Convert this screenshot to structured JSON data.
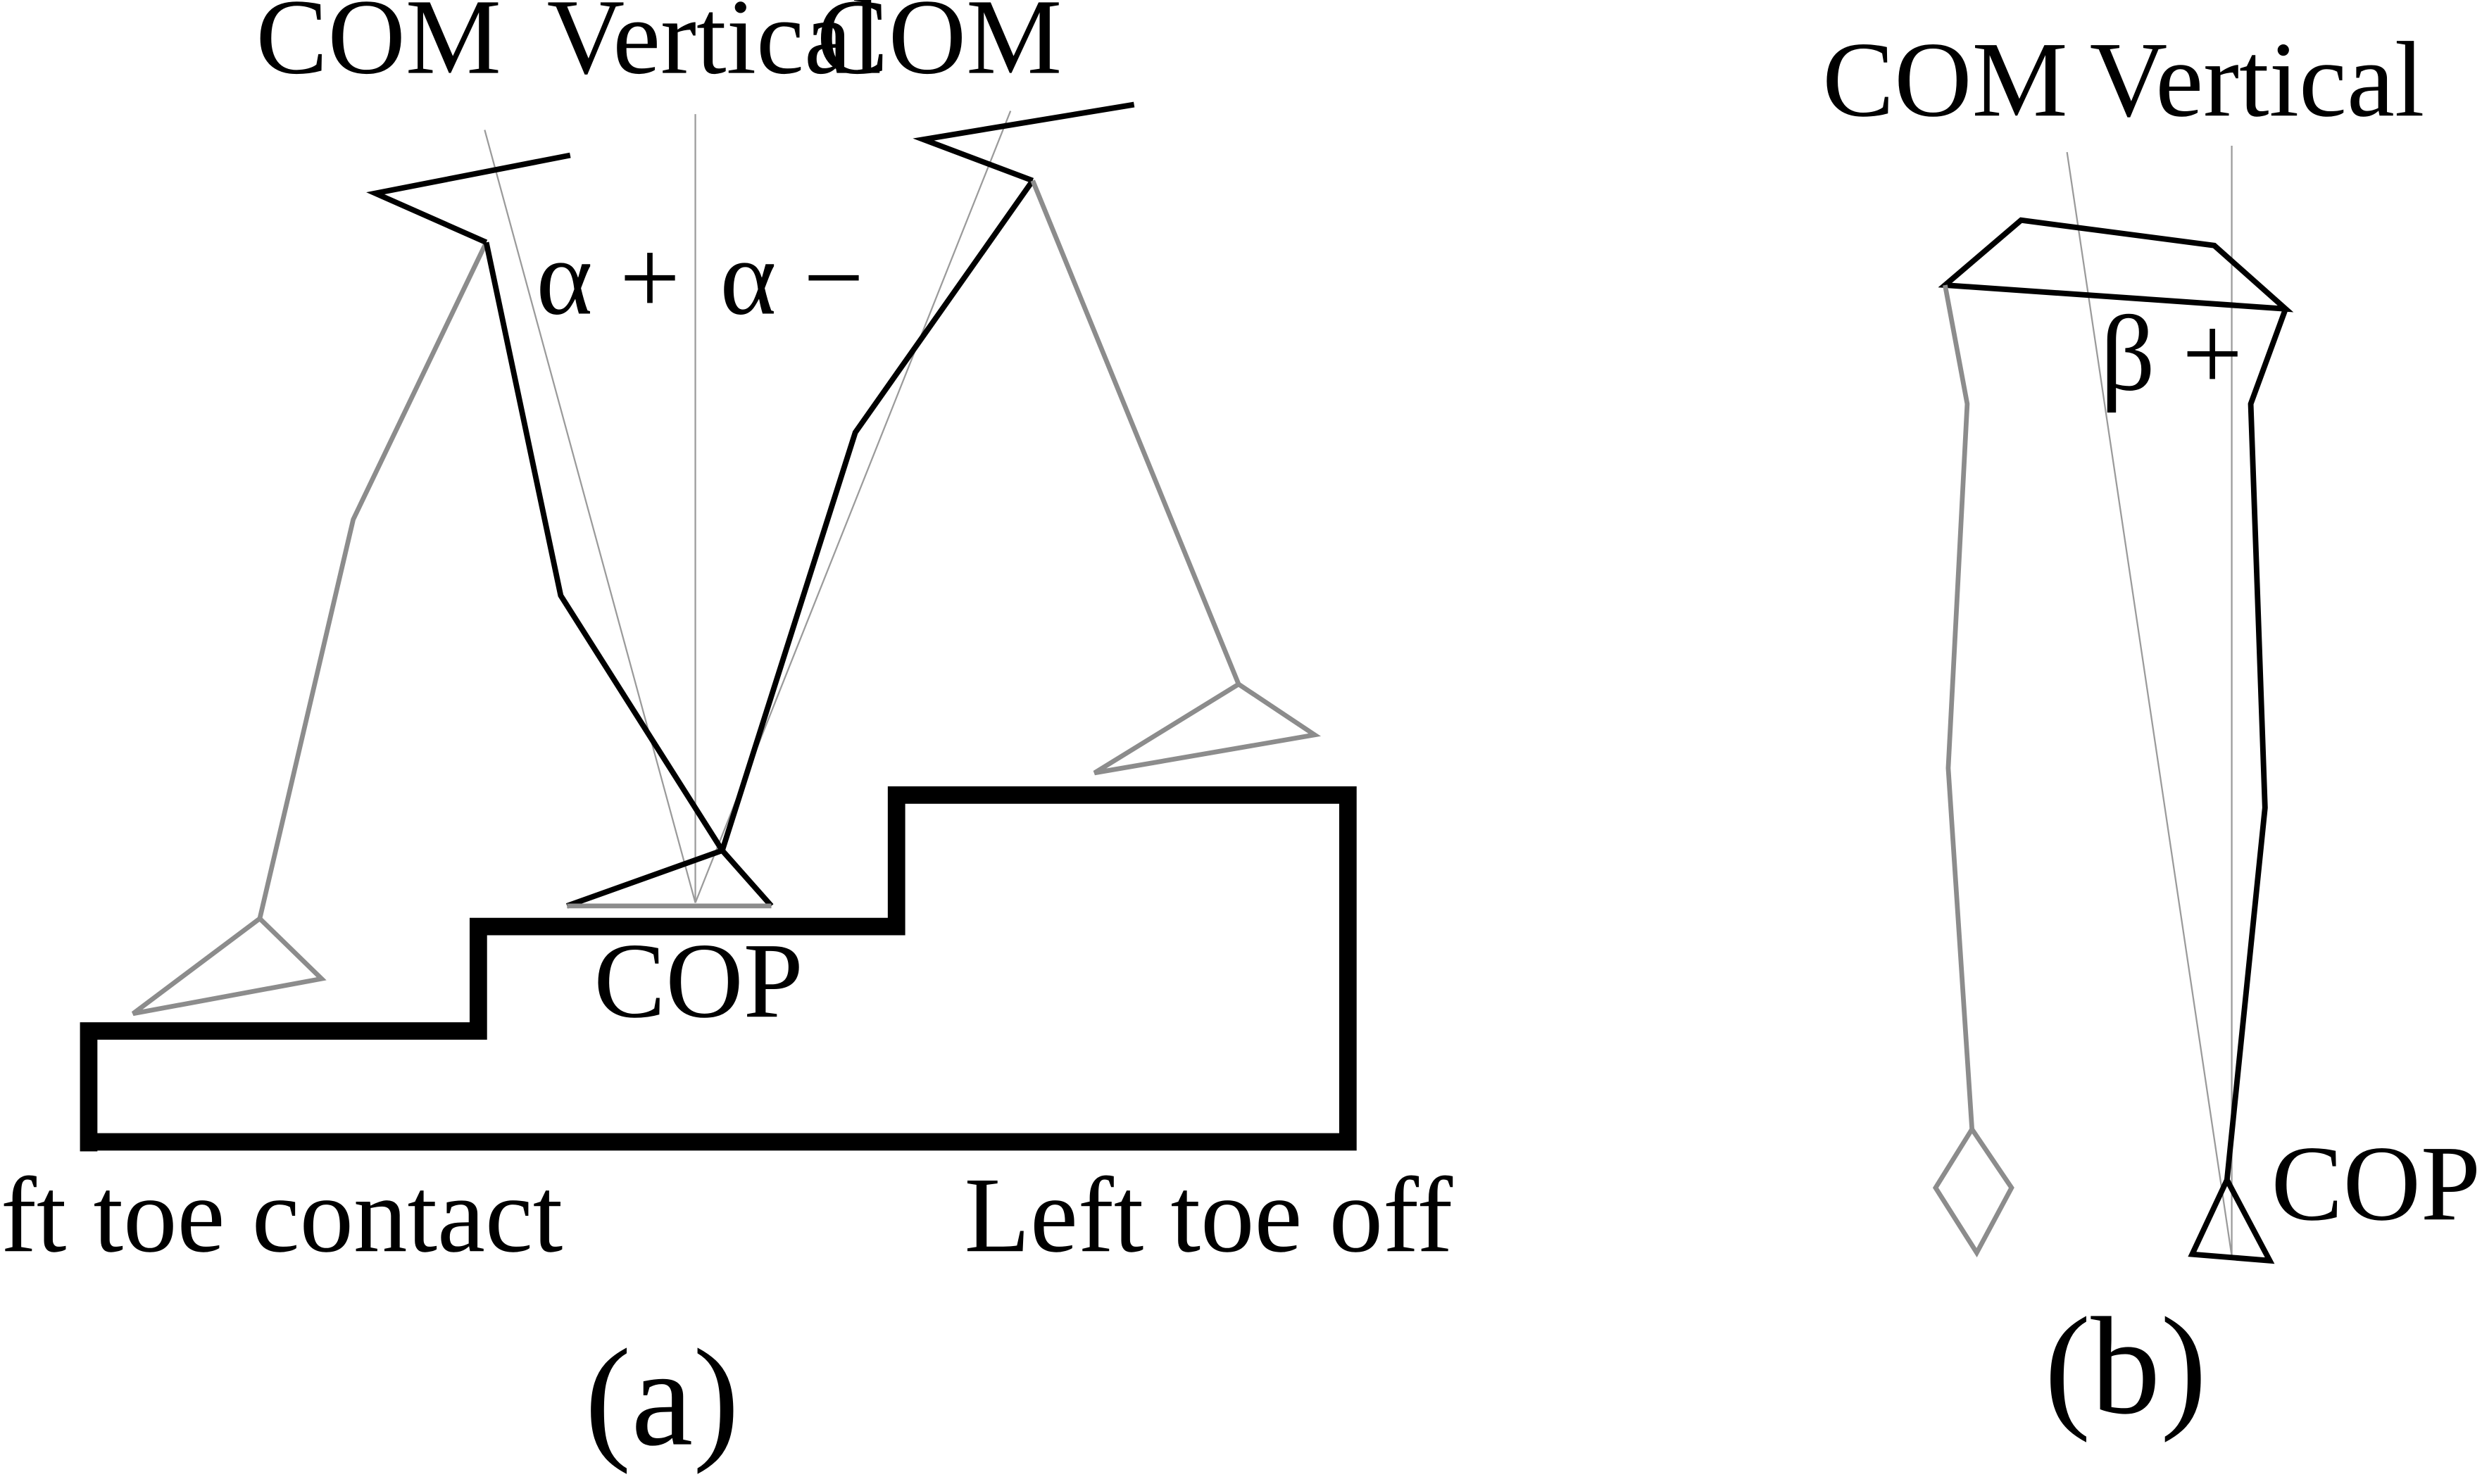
{
  "panel_a": {
    "caption": "(a)",
    "com_left_label": "COM",
    "vertical_label": "Vertical",
    "com_right_label": "COM",
    "alpha_plus_label": "α +",
    "alpha_minus_label": "α −",
    "cop_label": "COP",
    "left_toe_contact_label": "Left toe contact",
    "left_toe_off_label": "Left toe off"
  },
  "panel_b": {
    "caption": "(b)",
    "com_label": "COM",
    "vertical_label": "Vertical",
    "beta_plus_label": "β +",
    "cop_label": "COP"
  },
  "colors": {
    "ink": "#000000",
    "grey_limb": "#8c8c8c",
    "thin_line": "#9a9a9a"
  }
}
